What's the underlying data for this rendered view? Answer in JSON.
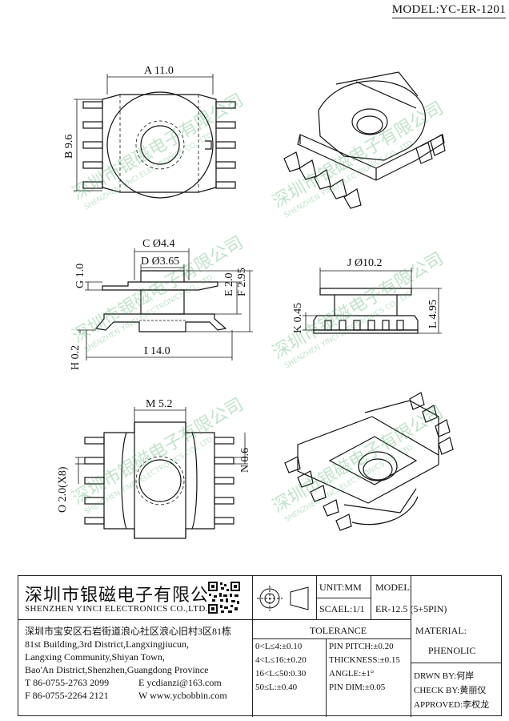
{
  "model_label": "MODEL:YC-ER-1201",
  "dimensions": {
    "a": "A 11.0",
    "b": "B 9.6",
    "c": "C Ø4.4",
    "d": "D Ø3.65",
    "e": "E 2.0",
    "f": "F 2.95",
    "g": "G 1.0",
    "h": "H 0.2",
    "i": "I 14.0",
    "j": "J Ø10.2",
    "k": "K 0.45",
    "l": "L 4.95",
    "m": "M 5.2",
    "n": "N 0.6",
    "o": "O 2.0(X8)"
  },
  "watermark": {
    "cn": "深圳市银磁电子有限公司",
    "en": "SHENZHEN YINCI ELECTRONICS CO., LTD."
  },
  "title_block": {
    "company_cn": "深圳市银磁电子有限公司",
    "company_en": "SHENZHEN YINCI ELECTRONICS CO.,LTD.",
    "unit": "UNIT:MM",
    "scale": "SCAEL:1/1",
    "model_title": "MODEL:",
    "model_value": "ER-12.5 (5+5PIN)",
    "address_cn": "深圳市宝安区石岩街道浪心社区浪心旧村3区81栋",
    "address_en_1": "81st Building,3rd District,Langxingjiucun,",
    "address_en_2": "Langxing Community,Shiyan Town,",
    "address_en_3": "Bao'An District,Shenzhen,Guangdong Province",
    "tel": "T 86-0755-2763 2099",
    "email": "E ycdianzi@163.com",
    "fax": "F 86-0755-2264 2121",
    "website": "W www.ycbobbin.com",
    "tolerance_title": "TOLERANCE",
    "tolerances_left": [
      "0<L≤4:±0.10",
      "4<L≤16:±0.20",
      "16<L≤50:0.30",
      "50≤L:±0.40"
    ],
    "tolerances_right": [
      "PIN PITCH:±0.20",
      "THICKNESS:±0.15",
      "ANGLE:±1°",
      "PIN DIM:±0.05"
    ],
    "material_title": "MATERIAL:",
    "material_value": "PHENOLIC",
    "drawn_by": "DRWN BY:何岸",
    "check_by": "CHECK BY:黄丽仪",
    "approved": "APPROVED:李权龙"
  }
}
